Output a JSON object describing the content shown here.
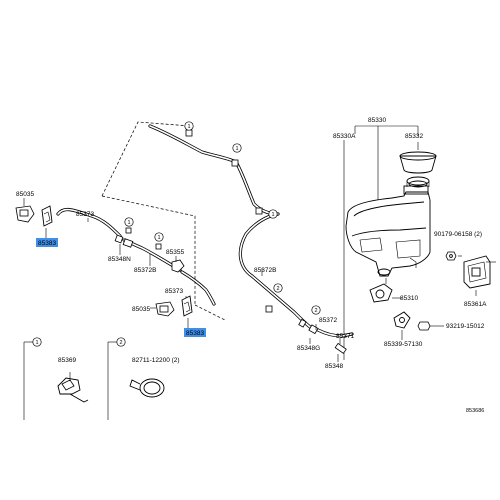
{
  "labels": {
    "p85330": "85330",
    "p85330a": "85330A",
    "p85332": "85332",
    "p85035_top": "85035",
    "p85383_top": "85383",
    "p85373_top": "85373",
    "p85348n": "85348N",
    "p85372b_left": "85372B",
    "p85355": "85355",
    "p85372b_right": "85372B",
    "p85373_mid": "85373",
    "p85035_mid": "85035",
    "p85383_mid": "85383",
    "p85372": "85372",
    "p85348g": "85348G",
    "p85371": "85371",
    "p85348": "85348",
    "p85310": "85310",
    "p85339": "85339-57130",
    "p93219": "93219-15012",
    "p90179": "90179-06158 (2)",
    "p85361a": "85361A",
    "p85369": "85369",
    "p82711": "82711-12200 (2)",
    "diagram_code": "853686"
  },
  "callouts": {
    "c1": "1",
    "c2": "2"
  },
  "colors": {
    "highlight": "#3f8ee8"
  }
}
